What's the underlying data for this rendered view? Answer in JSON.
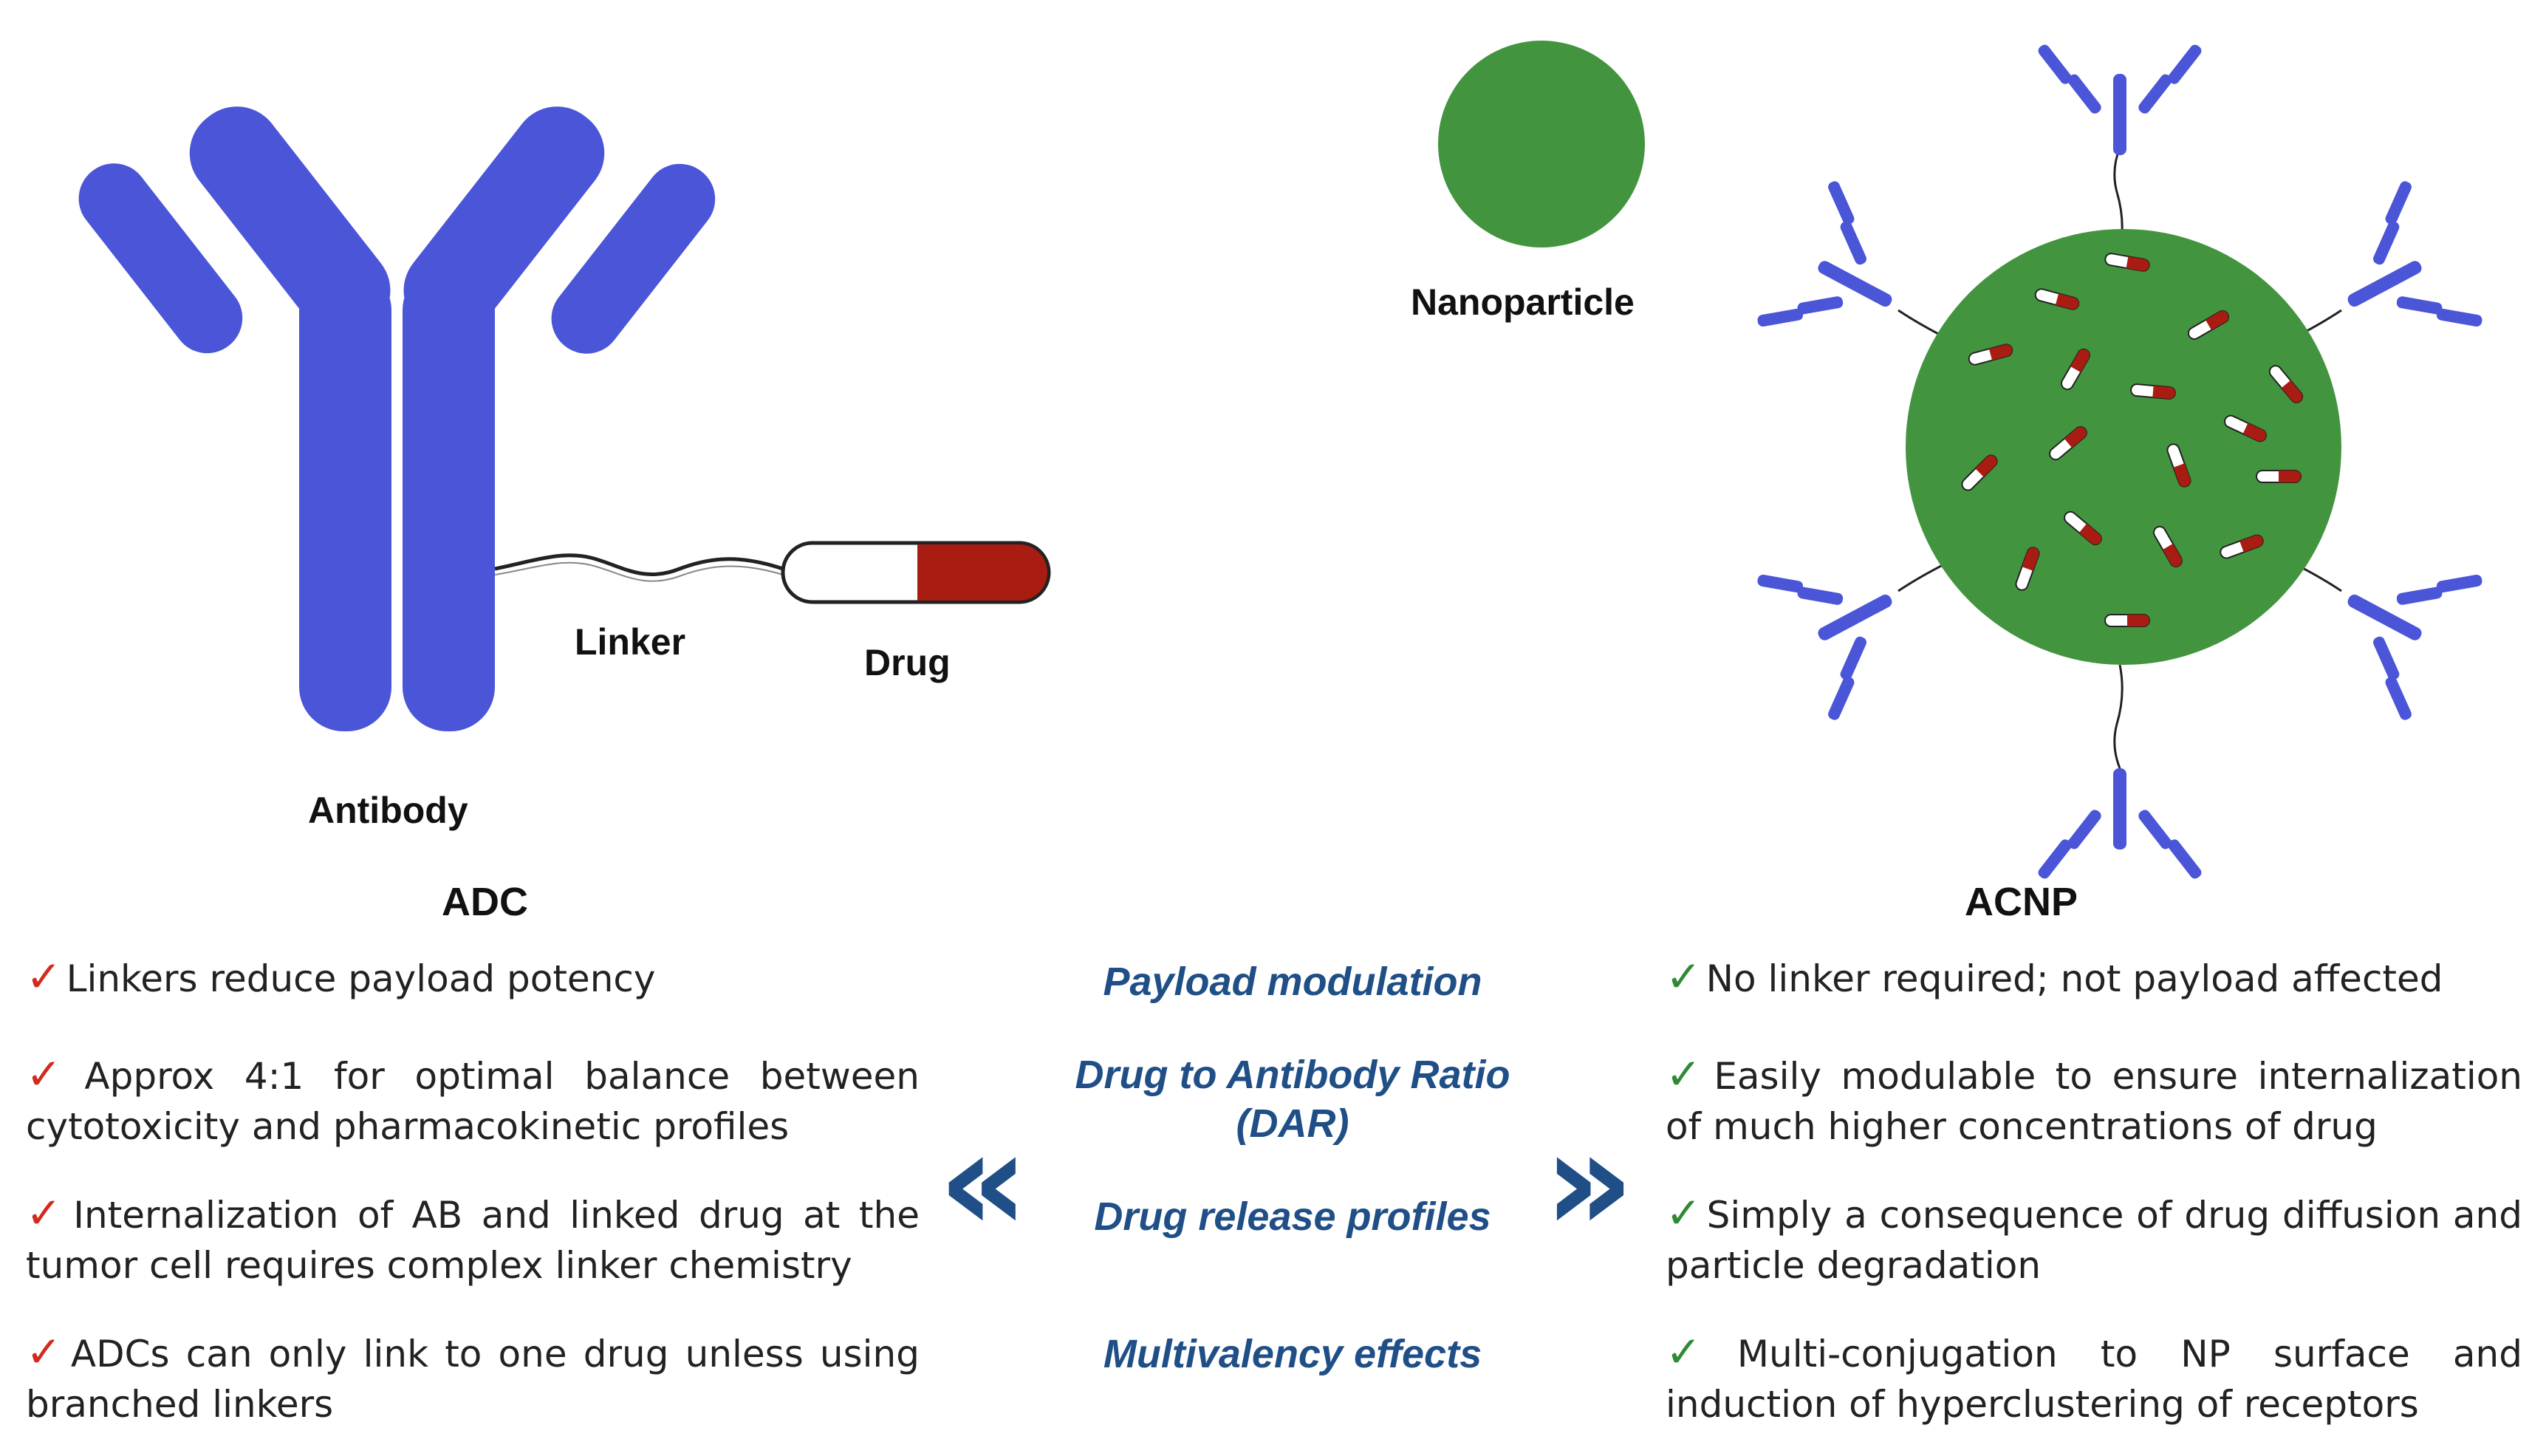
{
  "colors": {
    "antibody": "#4a55d8",
    "nanoparticle": "#43943f",
    "drug_red": "#a81c12",
    "check_red": "#d42a1e",
    "check_green": "#2f8a33",
    "middle_text": "#1f4f86"
  },
  "labels": {
    "linker": "Linker",
    "drug": "Drug",
    "antibody": "Antibody",
    "nanoparticle": "Nanoparticle"
  },
  "adc": {
    "title": "ADC",
    "items": [
      "Linkers reduce payload potency",
      "Approx 4:1 for optimal balance between cytotoxicity and pharmacokinetic profiles",
      "Internalization of AB and linked drug at the tumor cell requires complex linker chemistry",
      "ADCs can only link to one drug unless using branched linkers"
    ]
  },
  "acnp": {
    "title": "ACNP",
    "items": [
      "No linker required; not payload affected",
      "Easily modulable to ensure internalization of much higher concentrations of drug",
      "Simply a consequence of drug diffusion and particle degradation",
      "Multi-conjugation to NP surface and induction of hyperclustering of receptors"
    ]
  },
  "comparison": [
    "Payload modulation",
    "Drug to Antibody Ratio (DAR)",
    "Drug release profiles",
    "Multivalency effects"
  ],
  "glyphs": {
    "check": "✓",
    "arrow_left": "«",
    "arrow_right": "»"
  }
}
